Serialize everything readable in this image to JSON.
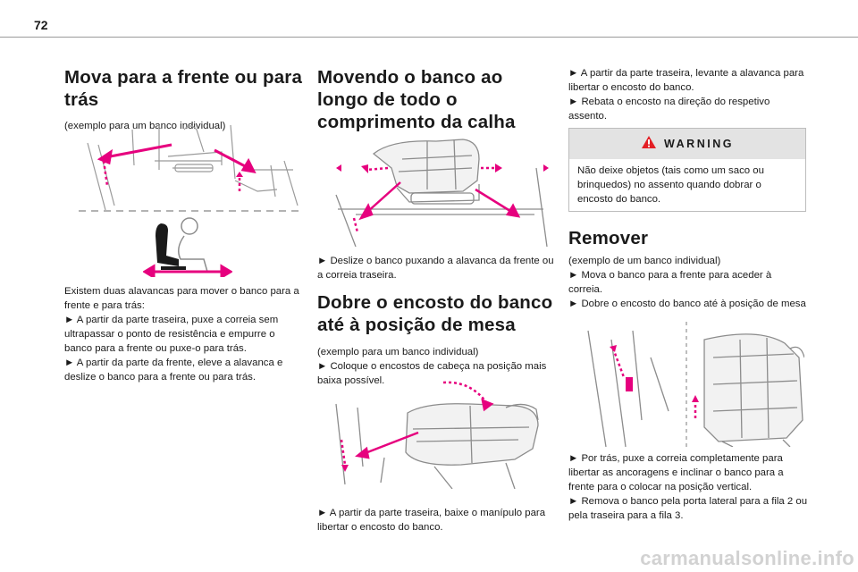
{
  "page_number": "72",
  "section_forward": {
    "title": "Mova para a frente ou para trás",
    "example": "(exemplo para um banco individual)",
    "paragraphs": [
      "Existem duas alavancas para mover o banco para a frente e para trás:",
      "► A partir da parte traseira, puxe a correia sem ultrapassar o ponto de resistência e empurre o banco para a frente ou puxe-o para trás.",
      "► A partir da parte da frente, eleve a alavanca e deslize o banco para a frente ou para trás."
    ]
  },
  "section_rail": {
    "title": "Movendo o banco ao longo de todo o comprimento da calha",
    "instruction": "► Deslize o banco puxando a alavanca da frente ou a correia traseira."
  },
  "section_fold": {
    "title": "Dobre o encosto do banco até à posição de mesa",
    "example": "(exemplo para um banco individual)",
    "instruction_1": "► Coloque o encostos de cabeça na posição mais baixa possível.",
    "instruction_2": "► A partir da parte traseira, baixe o manípulo para libertar o encosto do banco."
  },
  "col3_top": {
    "instruction_1": "► A partir da parte traseira, levante a alavanca para libertar o encosto do banco.",
    "instruction_2": "► Rebata o encosto na direção do respetivo assento."
  },
  "warning": {
    "title": "WARNING",
    "text": "Não deixe objetos (tais como um saco ou brinquedos) no assento quando dobrar o encosto do banco."
  },
  "section_remove": {
    "title": "Remover",
    "intro": [
      "(exemplo de um banco individual)",
      "► Mova o banco para a frente para aceder à correia.",
      "► Dobre o encosto do banco até à posição de mesa"
    ],
    "instruction_1": "► Por trás, puxe a correia completamente para libertar as ancoragens e inclinar o banco para a frente para o colocar na posição vertical.",
    "instruction_2": "► Remova o banco pela porta lateral para a fila 2 ou pela traseira para a fila 3."
  },
  "footer": {
    "brand": "carmanualsonline.info"
  },
  "colors": {
    "accent_arrow": "#e6007e",
    "warning_bg": "#e3e3e3",
    "warning_icon": "#e31e24"
  },
  "icons": [
    "warning-icon",
    "seat-diagram",
    "seated-person-icon"
  ]
}
